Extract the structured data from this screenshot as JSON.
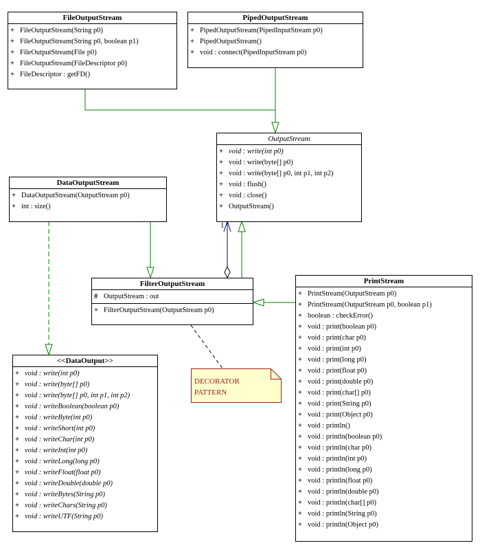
{
  "classes": [
    {
      "id": "FileOutputStream",
      "title": "FileOutputStream",
      "abstract": false,
      "attributes": [],
      "methods": [
        {
          "vis": "+",
          "text": "FileOutputStream(String p0)",
          "italic": false
        },
        {
          "vis": "+",
          "text": "FileOutputStream(String p0, boolean p1)",
          "italic": false
        },
        {
          "vis": "+",
          "text": "FileOutputStream(File p0)",
          "italic": false
        },
        {
          "vis": "+",
          "text": "FileOutputStream(FileDescriptor p0)",
          "italic": false
        },
        {
          "vis": "+",
          "text": "FileDescriptor : getFD()",
          "italic": false
        }
      ]
    },
    {
      "id": "PipedOutputStream",
      "title": "PipedOutputStream",
      "abstract": false,
      "attributes": [],
      "methods": [
        {
          "vis": "+",
          "text": "PipedOutputStream(PipedInputStream p0)",
          "italic": false
        },
        {
          "vis": "+",
          "text": "PipedOutputStream()",
          "italic": false
        },
        {
          "vis": "+",
          "text": "void : connect(PipedInputStream p0)",
          "italic": false
        }
      ]
    },
    {
      "id": "OutputStream",
      "title": "OutputStream",
      "abstract": true,
      "attributes": [],
      "methods": [
        {
          "vis": "+",
          "text": "void : write(int p0)",
          "italic": true
        },
        {
          "vis": "+",
          "text": "void : write(byte[] p0)",
          "italic": false
        },
        {
          "vis": "+",
          "text": "void : write(byte[] p0, int p1, int p2)",
          "italic": false
        },
        {
          "vis": "+",
          "text": "void : flush()",
          "italic": false
        },
        {
          "vis": "+",
          "text": "void : close()",
          "italic": false
        },
        {
          "vis": "+",
          "text": "OutputStream()",
          "italic": false
        }
      ]
    },
    {
      "id": "DataOutputStream",
      "title": "DataOutputStream",
      "abstract": false,
      "attributes": [],
      "methods": [
        {
          "vis": "+",
          "text": "DataOutputStream(OutputStream p0)",
          "italic": false
        },
        {
          "vis": "+",
          "text": "int : size()",
          "italic": false
        }
      ]
    },
    {
      "id": "FilterOutputStream",
      "title": "FilterOutputStream",
      "abstract": false,
      "attributes": [
        {
          "vis": "#",
          "text": "OutputStream : out",
          "italic": false
        }
      ],
      "methods": [
        {
          "vis": "+",
          "text": "FilterOutputStream(OutputStream p0)",
          "italic": false
        }
      ]
    },
    {
      "id": "DataOutput",
      "title": "<<DataOutput>>",
      "abstract": false,
      "attributes": [],
      "methods": [
        {
          "vis": "+",
          "text": "void : write(int p0)",
          "italic": true
        },
        {
          "vis": "+",
          "text": "void : write(byte[] p0)",
          "italic": true
        },
        {
          "vis": "+",
          "text": "void : write(byte[] p0, int p1, int p2)",
          "italic": true
        },
        {
          "vis": "+",
          "text": "void : writeBoolean(boolean p0)",
          "italic": true
        },
        {
          "vis": "+",
          "text": "void : writeByte(int p0)",
          "italic": true
        },
        {
          "vis": "+",
          "text": "void : writeShort(int p0)",
          "italic": true
        },
        {
          "vis": "+",
          "text": "void : writeChar(int p0)",
          "italic": true
        },
        {
          "vis": "+",
          "text": "void : writeInt(int p0)",
          "italic": true
        },
        {
          "vis": "+",
          "text": "void : writeLong(long p0)",
          "italic": true
        },
        {
          "vis": "+",
          "text": "void : writeFloat(float p0)",
          "italic": true
        },
        {
          "vis": "+",
          "text": "void : writeDouble(double p0)",
          "italic": true
        },
        {
          "vis": "+",
          "text": "void : writeBytes(String p0)",
          "italic": true
        },
        {
          "vis": "+",
          "text": "void : writeChars(String p0)",
          "italic": true
        },
        {
          "vis": "+",
          "text": "void : writeUTF(String p0)",
          "italic": true
        }
      ]
    },
    {
      "id": "PrintStream",
      "title": "PrintStream",
      "abstract": false,
      "attributes": [],
      "methods": [
        {
          "vis": "+",
          "text": "PrintStream(OutputStream p0)",
          "italic": false
        },
        {
          "vis": "+",
          "text": "PrintStream(OutputStream p0, boolean p1)",
          "italic": false
        },
        {
          "vis": "+",
          "text": "boolean : checkError()",
          "italic": false
        },
        {
          "vis": "+",
          "text": "void : print(boolean p0)",
          "italic": false
        },
        {
          "vis": "+",
          "text": "void : print(char p0)",
          "italic": false
        },
        {
          "vis": "+",
          "text": "void : print(int p0)",
          "italic": false
        },
        {
          "vis": "+",
          "text": "void : print(long p0)",
          "italic": false
        },
        {
          "vis": "+",
          "text": "void : print(float p0)",
          "italic": false
        },
        {
          "vis": "+",
          "text": "void : print(double p0)",
          "italic": false
        },
        {
          "vis": "+",
          "text": "void : print(char[] p0)",
          "italic": false
        },
        {
          "vis": "+",
          "text": "void : print(String p0)",
          "italic": false
        },
        {
          "vis": "+",
          "text": "void : print(Object p0)",
          "italic": false
        },
        {
          "vis": "+",
          "text": "void : println()",
          "italic": false
        },
        {
          "vis": "+",
          "text": "void : println(boolean p0)",
          "italic": false
        },
        {
          "vis": "+",
          "text": "void : println(char p0)",
          "italic": false
        },
        {
          "vis": "+",
          "text": "void : println(int p0)",
          "italic": false
        },
        {
          "vis": "+",
          "text": "void : println(long p0)",
          "italic": false
        },
        {
          "vis": "+",
          "text": "void : println(float p0)",
          "italic": false
        },
        {
          "vis": "+",
          "text": "void : println(double p0)",
          "italic": false
        },
        {
          "vis": "+",
          "text": "void : println(char[] p0)",
          "italic": false
        },
        {
          "vis": "+",
          "text": "void : println(String p0)",
          "italic": false
        },
        {
          "vis": "+",
          "text": "void : println(Object p0)",
          "italic": false
        }
      ]
    }
  ],
  "note": {
    "line1": "DECORATOR",
    "line2": "PATTERN"
  },
  "relations": [
    {
      "type": "generalization",
      "from": "FileOutputStream",
      "to": "OutputStream"
    },
    {
      "type": "generalization",
      "from": "PipedOutputStream",
      "to": "OutputStream"
    },
    {
      "type": "generalization",
      "from": "DataOutputStream",
      "to": "FilterOutputStream"
    },
    {
      "type": "generalization",
      "from": "FilterOutputStream",
      "to": "OutputStream"
    },
    {
      "type": "generalization",
      "from": "PrintStream",
      "to": "FilterOutputStream"
    },
    {
      "type": "realization",
      "from": "DataOutputStream",
      "to": "DataOutput"
    },
    {
      "type": "aggregation",
      "from": "FilterOutputStream",
      "to": "OutputStream",
      "multiplicity": "1"
    },
    {
      "type": "note-anchor",
      "from": "note",
      "to": "FilterOutputStream"
    }
  ],
  "colors": {
    "generalization": "#008000",
    "association": "#000080",
    "note_fill": "#ffffcc",
    "note_border": "#9b1d20",
    "note_text": "#9b1d20"
  }
}
